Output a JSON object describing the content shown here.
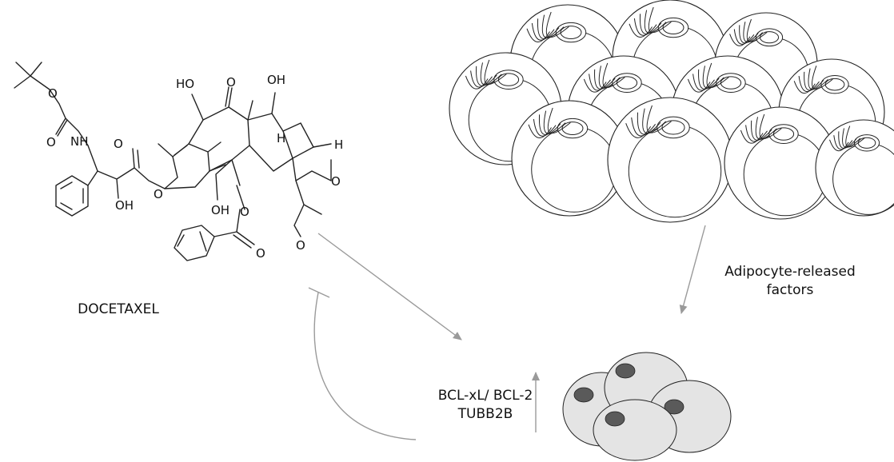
{
  "drug": {
    "name": "DOCETAXEL",
    "atom_labels": [
      "HO",
      "O",
      "OH",
      "O",
      "O",
      "NH",
      "O",
      "O",
      "OH",
      "OH",
      "O",
      "O",
      "O",
      "O",
      "H",
      "H"
    ]
  },
  "adipocytes": {
    "label_line1": "Adipocyte-released",
    "label_line2": "factors"
  },
  "cancer_cells": {
    "label_line1": "BCL-xL/ BCL-2",
    "label_line2": "TUBB2B"
  },
  "colors": {
    "arrow": "#9a9a9a",
    "cell_fill": "#e4e4e4",
    "nucleus_fill": "#5a5a5a",
    "adipocyte_fill": "#ffffff"
  }
}
